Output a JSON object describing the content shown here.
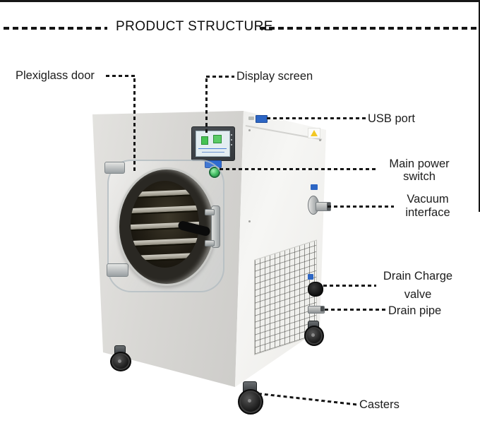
{
  "title": "PRODUCT STRUCTURE",
  "labels": {
    "plexiglass_door": "Plexiglass door",
    "display_screen": "Display screen",
    "usb_port": "USB port",
    "main_power_switch": "Main power\nswitch",
    "vacuum_interface": "Vacuum\ninterface",
    "drain_charge_valve": "Drain Charge\nvalve",
    "drain_pipe": "Drain pipe",
    "casters": "Casters"
  },
  "colors": {
    "callout_line": "#161616",
    "accent_blue": "#2d66c4",
    "power_button_green": "#2ab54e",
    "warning_yellow": "#f2c722",
    "machine_front": "#d7d6d3",
    "machine_side": "#f4f4f2",
    "chamber_dark": "#221e15"
  }
}
